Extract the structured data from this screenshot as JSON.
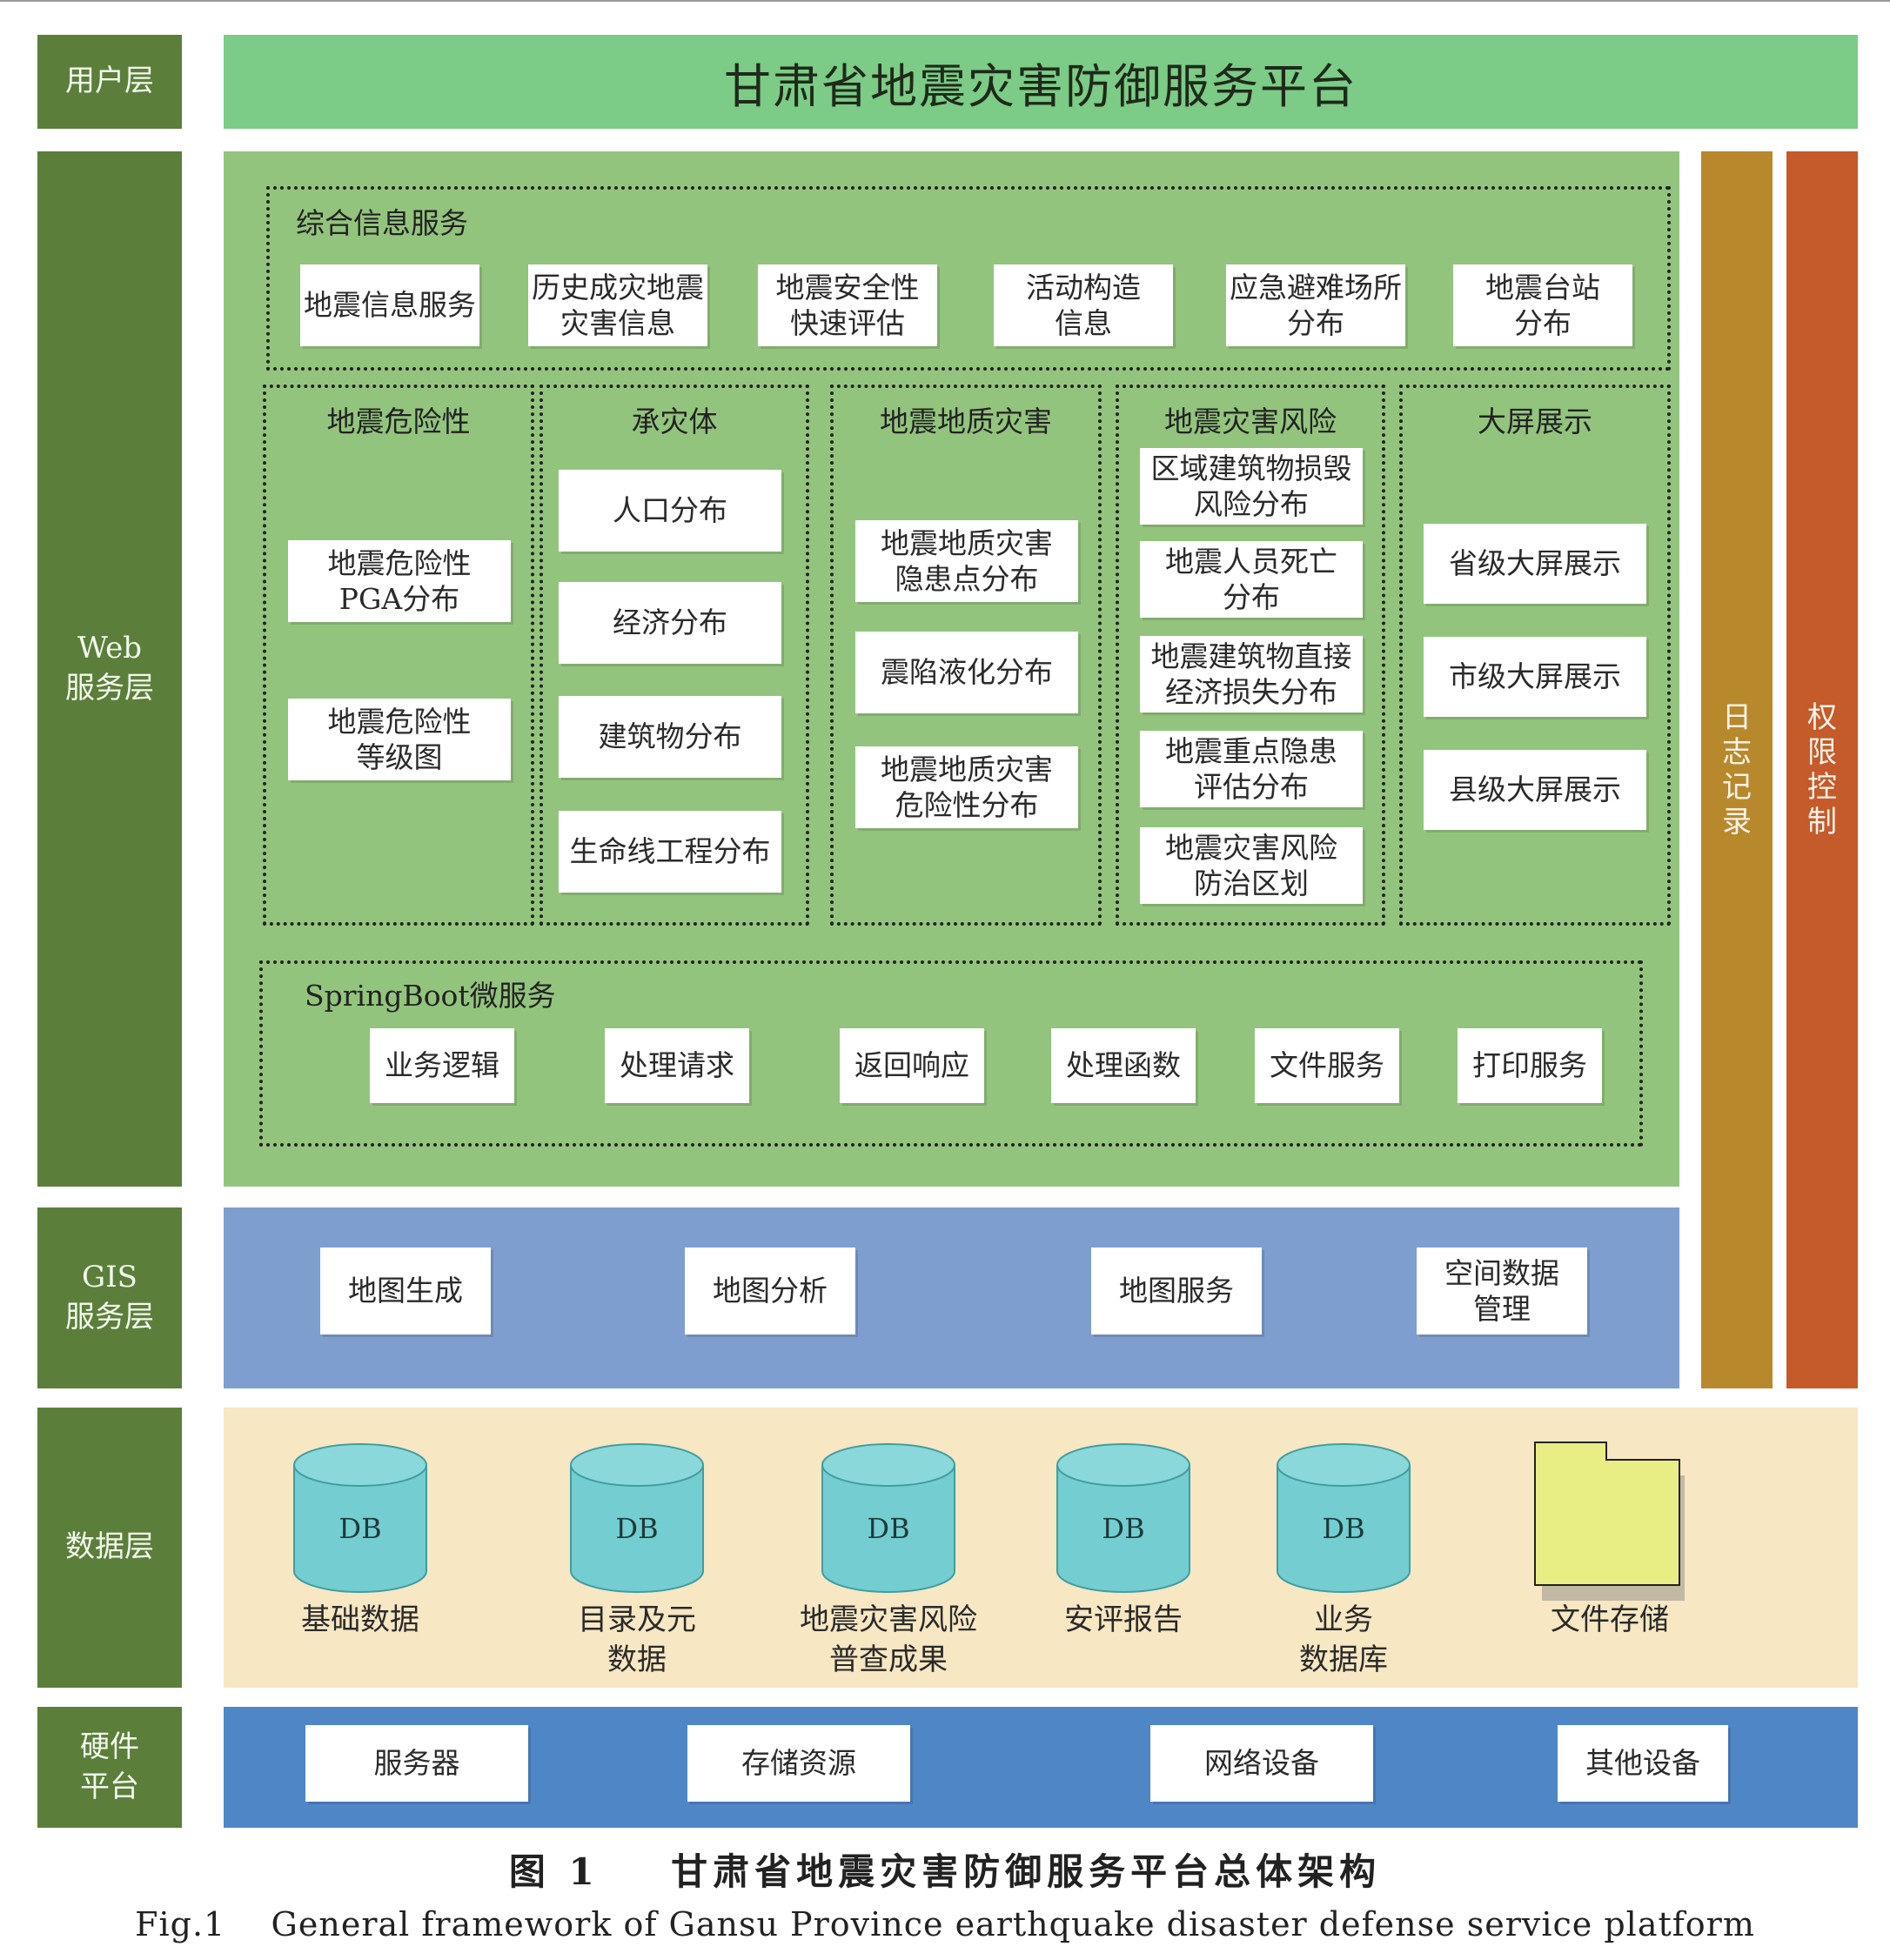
{
  "layers": {
    "user": "用户层",
    "web": "Web\n服务层",
    "gis": "GIS\n服务层",
    "data": "数据层",
    "hardware": "硬件\n平台"
  },
  "platform_title": "甘肃省地震灾害防御服务平台",
  "side_bars": {
    "log": "日志记录",
    "permission": "权限控制"
  },
  "info_service": {
    "title": "综合信息服务",
    "items": [
      "地震信息服务",
      "历史成灾地震\n灾害信息",
      "地震安全性\n快速评估",
      "活动构造\n信息",
      "应急避难场所\n分布",
      "地震台站\n分布"
    ]
  },
  "groups": [
    {
      "title": "地震危险性",
      "items": [
        "地震危险性\nPGA分布",
        "地震危险性\n等级图"
      ]
    },
    {
      "title": "承灾体",
      "items": [
        "人口分布",
        "经济分布",
        "建筑物分布",
        "生命线工程分布"
      ]
    },
    {
      "title": "地震地质灾害",
      "items": [
        "地震地质灾害\n隐患点分布",
        "震陷液化分布",
        "地震地质灾害\n危险性分布"
      ]
    },
    {
      "title": "地震灾害风险",
      "items": [
        "区域建筑物损毁\n风险分布",
        "地震人员死亡\n分布",
        "地震建筑物直接\n经济损失分布",
        "地震重点隐患\n评估分布",
        "地震灾害风险\n防治区划"
      ]
    },
    {
      "title": "大屏展示",
      "items": [
        "省级大屏展示",
        "市级大屏展示",
        "县级大屏展示"
      ]
    }
  ],
  "springboot": {
    "title": "SpringBoot微服务",
    "items": [
      "业务逻辑",
      "处理请求",
      "返回响应",
      "处理函数",
      "文件服务",
      "打印服务"
    ]
  },
  "gis_items": [
    "地图生成",
    "地图分析",
    "地图服务",
    "空间数据\n管理"
  ],
  "data_layer": {
    "db_text": "DB",
    "items": [
      "基础数据",
      "目录及元\n数据",
      "地震灾害风险\n普查成果",
      "安评报告",
      "业务\n数据库"
    ],
    "file_label": "文件存储"
  },
  "hardware_items": [
    "服务器",
    "存储资源",
    "网络设备",
    "其他设备"
  ],
  "caption": {
    "cn": "图 1    甘肃省地震灾害防御服务平台总体架构",
    "en": "Fig.1    General framework of Gansu Province earthquake disaster defense service platform"
  },
  "colors": {
    "layer_label": "#5b7f3a",
    "user_band": "#7ccb86",
    "web_band": "#93c47d",
    "gis_band": "#7e9ecf",
    "data_band": "#f7e7c2",
    "hardware_band": "#4f86c6",
    "log_bar": "#b8892c",
    "permission_bar": "#c55a2a",
    "cylinder": "#74cdd0",
    "file": "#e8ee84"
  }
}
